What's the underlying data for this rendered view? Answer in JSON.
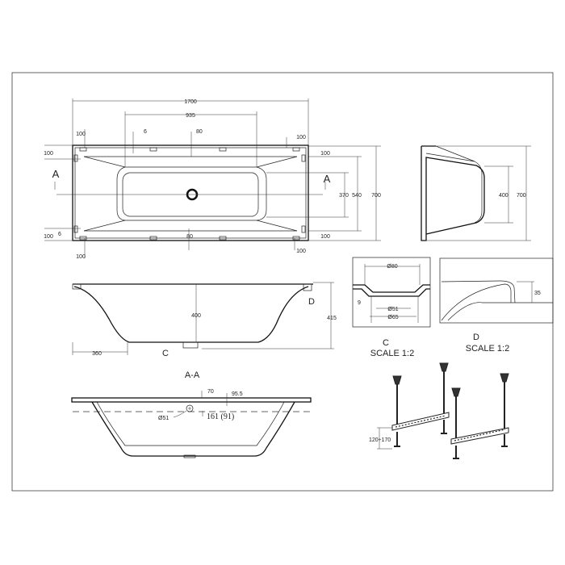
{
  "plan_view": {
    "dims": {
      "length": "1700",
      "inner_length": "935",
      "side_offset_tl": "100",
      "side_offset_tr": "100",
      "side_offset_bl": "100",
      "side_offset_br": "100",
      "left_top": "100",
      "left_bottom": "100",
      "right_top": "100",
      "right_bottom": "100",
      "small_top": "6",
      "small_bottom": "6",
      "center_top": "80",
      "center_bottom": "80",
      "basin_width": "370",
      "inner_width": "540",
      "width": "700"
    },
    "section_marker_left": "A",
    "section_marker_right": "A"
  },
  "end_view": {
    "depth": "400",
    "width": "700"
  },
  "side_view": {
    "depth": "400",
    "height": "415",
    "offset": "360",
    "detail_c": "C",
    "detail_d": "D"
  },
  "detail_c": {
    "dia_top": "Ø80",
    "dia_inner": "Ø51",
    "dia_outer": "Ø65",
    "thickness": "9",
    "label": "C",
    "scale": "SCALE 1:2"
  },
  "detail_d": {
    "height": "35",
    "label": "D",
    "scale": "SCALE 1:2"
  },
  "section_aa": {
    "title": "A-A",
    "dim_70": "70",
    "dim_95": "95.5",
    "drain_dia": "Ø51",
    "overflow": "161 (91)"
  },
  "legs": {
    "adjust_range": "120÷170"
  }
}
